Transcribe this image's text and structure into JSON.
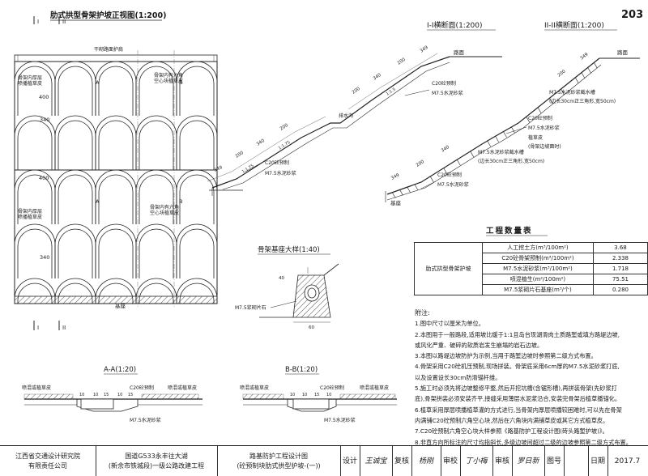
{
  "page_number": "203",
  "elevation": {
    "title": "肋式拱型骨架护坡正视图(1:200)",
    "top_label": "干砌路面护肩",
    "fill_label_a": "骨架内厚层\n喷播植草皮",
    "fill_label_b": "骨架内有六角\n空心块植草皮",
    "dim_400": "400",
    "dim_340": "340",
    "section_a": "A",
    "section_b": "B",
    "section_1": "I",
    "section_2": "II",
    "base_label": "基座"
  },
  "section1": {
    "title": "I-I横断面(1:200)",
    "road_label": "路面",
    "c20_label": "C20砼预制",
    "m75_label": "M7.5水泥砂浆",
    "ditch_label": "排水沟",
    "c20_label_b": "C20砼预制",
    "m75_label_b": "M7.5水泥砂浆",
    "dims": [
      "349",
      "200",
      "340",
      "200",
      "200",
      "340",
      "200",
      "349"
    ],
    "slopes": [
      "1:1.75",
      "1:1.75",
      "1:1.5"
    ]
  },
  "section2": {
    "title": "II-II横断面(1:200)",
    "road_label": "路面",
    "m75_label": "M7.5水泥砂浆截水槽",
    "m75_label_sub": "(边长30cm正三角形,宽50cm)",
    "c20_label": "C20砼预制",
    "m75_label_c": "M7.5水泥砂浆",
    "grass_label": "植草皮",
    "grass_label_sub": "(骨架边坡面时)",
    "m75_label_2": "M7.5水泥砂浆截水槽",
    "m75_label_2_sub": "(边长30cm正三角形,宽50cm)",
    "c20_label_b": "C20砼预制",
    "m75_label_b": "M7.5水泥砂浆",
    "base_label": "基座",
    "dims": [
      "349",
      "200",
      "340",
      "200",
      "349"
    ]
  },
  "base_detail": {
    "title": "骨架基座大样(1:40)",
    "m75_label": "M7.5浆砌片石",
    "dim_1": "60",
    "dim_2": "40"
  },
  "section_aa": {
    "title": "A-A(1:20)",
    "grass_label": "喷混或植草皮",
    "c20_label": "C20砼预制",
    "grass_label_r": "喷混或植草皮",
    "m75_label": "M7.5水泥砂浆",
    "dims": [
      "10",
      "10",
      "15",
      "10",
      "15"
    ]
  },
  "section_bb": {
    "title": "B-B(1:20)",
    "grass_label": "喷混或植草皮",
    "c20_label": "C20砼预制",
    "grass_label_r": "喷混或植草皮",
    "m75_label": "M7.5水泥砂浆",
    "dims": [
      "10",
      "10",
      "15",
      "10"
    ]
  },
  "quantity_table": {
    "title": "工程数量表",
    "group_label": "肋式拱型骨架护坡",
    "rows": [
      {
        "item": "人工挖土方(m³/100m²)",
        "value": "3.68"
      },
      {
        "item": "C20砼骨架预制(m³/100m²)",
        "value": "2.338"
      },
      {
        "item": "M7.5水泥砂浆(m³/100m²)",
        "value": "1.718"
      },
      {
        "item": "喷混植生(m²/100m²)",
        "value": "75.51"
      },
      {
        "item": "M7.5浆砌片石基座(m³/个)",
        "value": "0.280"
      }
    ]
  },
  "notes": {
    "title": "附注:",
    "lines": [
      "1.图中尺寸以厘米为单位。",
      "2.本图用于一般路段,适用坡比缓于1:1且岛台现湖滑肉土质路堑或填方路堤边坡,",
      "  或风化严重、破碎的软质岩发生崩塌的岩石边坡。",
      "3.本图以路堤边坡防护为示例,当用于路堑边坡时参照第二级方式布置。",
      "4.骨架采用C20砼机压预制,现场拼装。骨架底采用6cm厚的M7.5水泥砂浆打底,",
      "  以及设置设长30cm防滑锚杆维。",
      "5.施工时必须先将边坡整修平整,然后开挖坑槽(含锯形槽),再拼装骨架(先砂浆打",
      "  底),骨架拼装必须安装齐平,接缝采用薄层水泥浆沿合,安装完骨架后植草播锚化。",
      "6.植草采用厚层喷播植草灌的方式进行,当骨架内厚层喷播较困难时,可以先在骨架",
      "  内满铺C20砼预制六角空心块,然后在六角块内满铺草皮或其它方式植草皮。",
      "7.C20砼预制六角空心块大样参照《路基防护工程设计图(砖头路堑护坡)》。",
      "8.非直方向所标注的尺寸均指斜长,多级边坡间超过二级的边坡参照第二级方式布置。"
    ]
  },
  "title_block": {
    "institute_line1": "江西省交通设计研究院",
    "institute_line2": "有限责任公司",
    "project_line1": "国道G533永丰往大湖",
    "project_line2": "(新余市铁城段)一级公路改建工程",
    "drawing_line1": "路基防护工程设计图",
    "drawing_line2": "(砼预制块肋式拱型护坡-(一))",
    "design_label": "设计",
    "design_sig": "王诚宝",
    "check_label": "复核",
    "check_sig": "杨刚",
    "review_label": "审校",
    "review_sig": "丁小梅",
    "approve_label": "审核",
    "approve_sig": "罗日新",
    "drawing_no_label": "图号",
    "date_label": "日期",
    "date_value": "2017.7"
  }
}
